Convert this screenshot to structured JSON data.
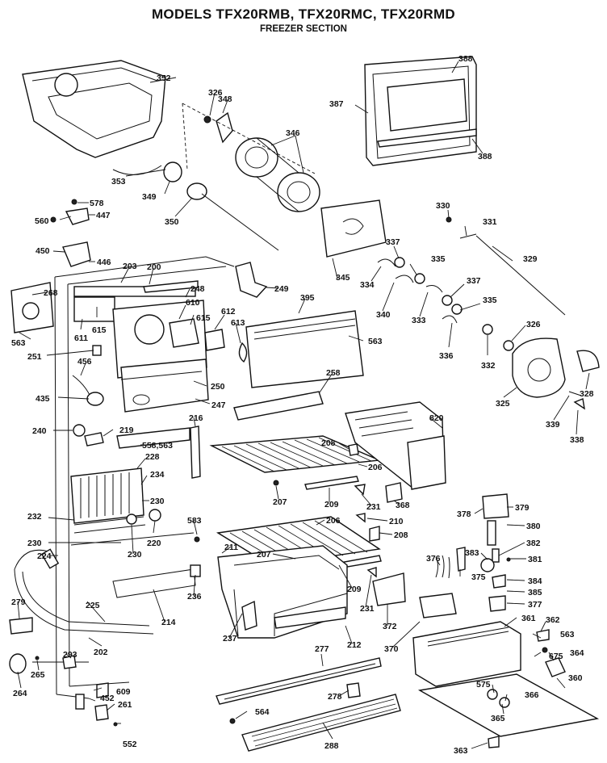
{
  "header": {
    "title": "MODELS TFX20RMB, TFX20RMC, TFX20RMD",
    "subtitle": "FREEZER SECTION"
  },
  "labels": {
    "p352": "352",
    "p326a": "326",
    "p348": "348",
    "p346": "346",
    "p387": "387",
    "p388a": "388",
    "p388b": "388",
    "p353": "353",
    "p349": "349",
    "p350": "350",
    "p578": "578",
    "p560": "560",
    "p447": "447",
    "p450": "450",
    "p446": "446",
    "p330": "330",
    "p331": "331",
    "p337a": "337",
    "p335a": "335",
    "p329": "329",
    "p345": "345",
    "p334": "334",
    "p340": "340",
    "p333": "333",
    "p337b": "337",
    "p335b": "335",
    "p326b": "326",
    "p336": "336",
    "p332": "332",
    "p328": "328",
    "p325": "325",
    "p339": "339",
    "p338": "338",
    "p203": "203",
    "p200": "200",
    "p249": "249",
    "p268": "268",
    "p248": "248",
    "p395": "395",
    "p610": "610",
    "p615a": "615",
    "p615b": "615",
    "p612": "612",
    "p611": "611",
    "p613": "613",
    "p563a": "563",
    "p563b": "563",
    "p251": "251",
    "p456": "456",
    "p250": "250",
    "p258": "258",
    "p435": "435",
    "p247": "247",
    "p820": "820",
    "p240": "240",
    "p219": "219",
    "p216": "216",
    "p558": "558,563",
    "p228": "228",
    "p208a": "208",
    "p206a": "206",
    "p234": "234",
    "p207a": "207",
    "p209a": "209",
    "p368": "368",
    "p231a": "231",
    "p230a": "230",
    "p232": "232",
    "p583": "583",
    "p210": "210",
    "p206b": "206",
    "p378": "378",
    "p379": "379",
    "p220": "220",
    "p208b": "208",
    "p380": "380",
    "p230b": "230",
    "p230c": "230",
    "p382": "382",
    "p224": "224",
    "p211": "211",
    "p207b": "207",
    "p376": "376",
    "p383": "383",
    "p381": "381",
    "p375": "375",
    "p209b": "209",
    "p384": "384",
    "p385": "385",
    "p236": "236",
    "p279": "279",
    "p225": "225",
    "p231b": "231",
    "p377": "377",
    "p214": "214",
    "p372": "372",
    "p361": "361",
    "p362": "362",
    "p237": "237",
    "p212": "212",
    "p563c": "563",
    "p370": "370",
    "p202": "202",
    "p675": "675",
    "p293": "293",
    "p277": "277",
    "p364": "364",
    "p265": "265",
    "p264": "264",
    "p609": "609",
    "p575": "575",
    "p360": "360",
    "p452": "452",
    "p366": "366",
    "p278": "278",
    "p261": "261",
    "p564": "564",
    "p365": "365",
    "p552": "552",
    "p288": "288",
    "p363": "363"
  }
}
